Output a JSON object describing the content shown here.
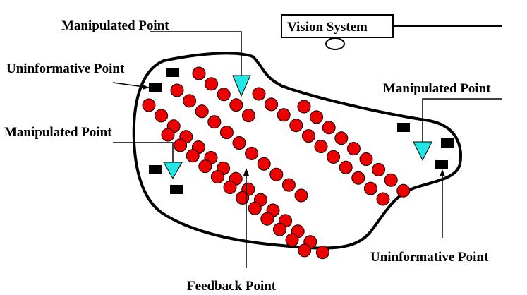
{
  "labels": {
    "manipulated_top": "Manipulated Point",
    "uninformative_left": "Uninformative Point",
    "manipulated_left": "Manipulated Point",
    "manipulated_right": "Manipulated Point",
    "uninformative_bottom": "Uninformative Point",
    "feedback": "Feedback Point",
    "vision_system": "Vision System"
  },
  "colors": {
    "feedback_point": "#ee0000",
    "manipulated_point": "#22e5e5",
    "uninformative_point": "#000000",
    "outline": "#000000"
  },
  "legend_icons": {
    "feedback": "red-circle",
    "manipulated": "cyan-down-triangle",
    "uninformative": "black-square"
  }
}
